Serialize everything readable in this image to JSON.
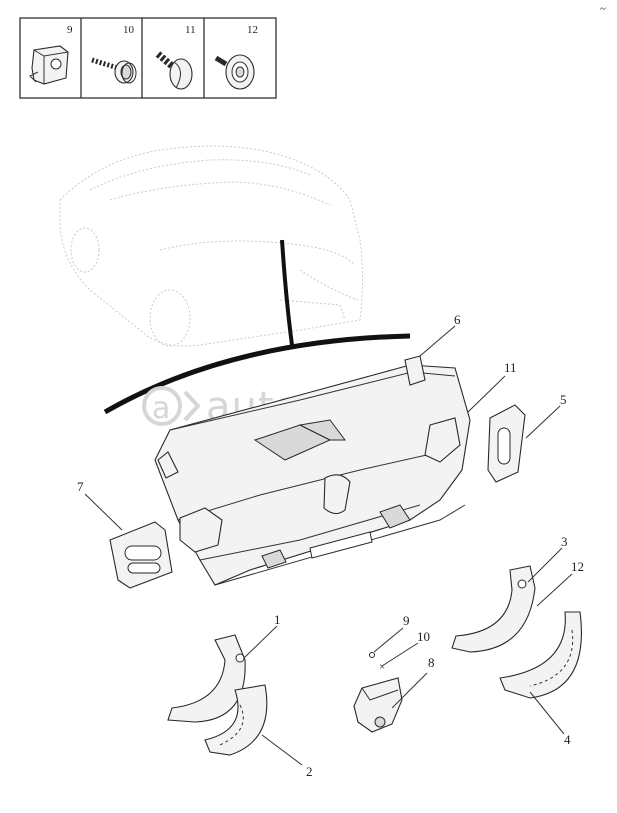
{
  "fastener_table": {
    "cells": [
      {
        "number": "9"
      },
      {
        "number": "10"
      },
      {
        "number": "11"
      },
      {
        "number": "12"
      }
    ]
  },
  "callouts": [
    "1",
    "2",
    "3",
    "4",
    "5",
    "6",
    "7",
    "8",
    "9",
    "10",
    "11",
    "12"
  ],
  "watermark": "autopiter.ru",
  "corner_mark": "~"
}
